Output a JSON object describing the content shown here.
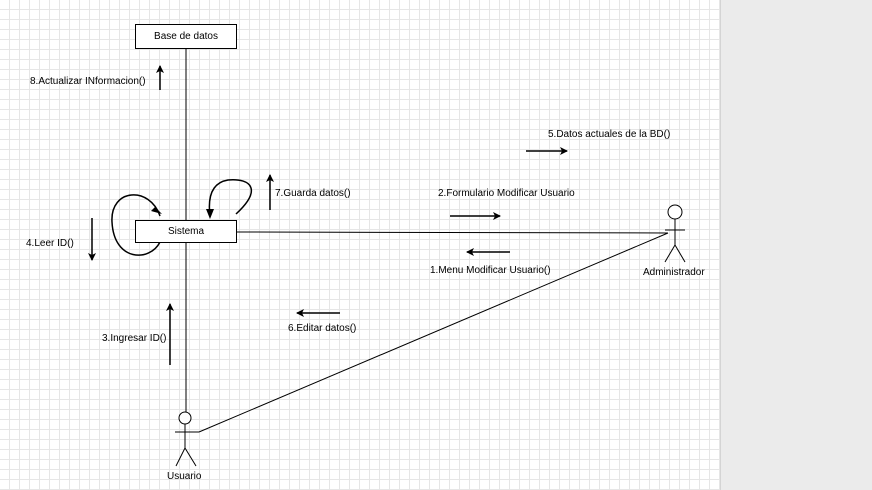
{
  "objects": {
    "database": "Base de datos",
    "system": "Sistema"
  },
  "actors": {
    "admin": "Administrador",
    "user": "Usuario"
  },
  "messages": {
    "m1": "1.Menu Modificar Usuario()",
    "m2": "2.Formulario Modificar Usuario",
    "m3": "3.Ingresar ID()",
    "m4": "4.Leer ID()",
    "m5": "5.Datos actuales de la BD()",
    "m6": "6.Editar datos()",
    "m7": "7.Guarda datos()",
    "m8": "8.Actualizar INformacion()"
  },
  "colors": {
    "stroke": "#000000",
    "canvas": "#ffffff",
    "grid": "#e6e6e6",
    "panel": "#ebebeb"
  }
}
